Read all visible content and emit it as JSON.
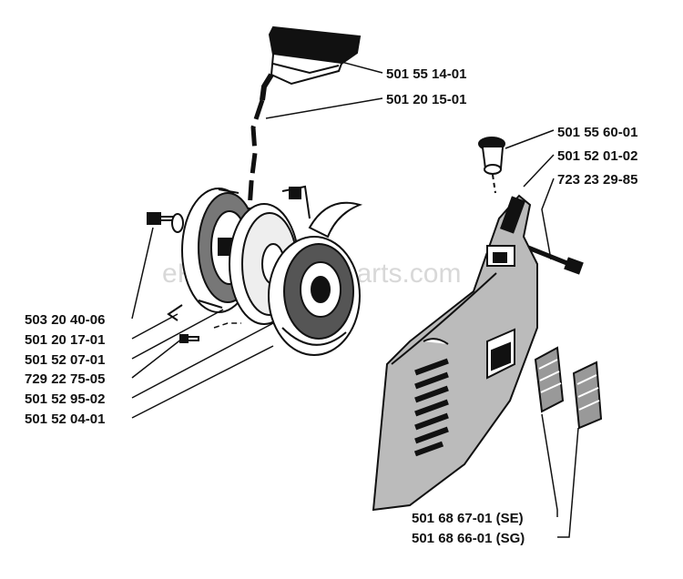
{
  "watermark": "eReplacementParts.com",
  "parts": {
    "handle_cover": "501 55 14-01",
    "starter_rope": "501 20 15-01",
    "cap": "501 55 60-01",
    "bushing": "501 52 01-02",
    "cover_screw": "723 23 29-85",
    "screw": "503 20 40-06",
    "spring": "501 20 17-01",
    "pulley": "501 52 07-01",
    "small_screw": "729 22 75-05",
    "spring_cassette": "501 52 95-02",
    "flywheel_pawl": "501 52 04-01",
    "screen_se": "501 68 67-01 (SE)",
    "screen_sg": "501 68 66-01 (SG)"
  }
}
